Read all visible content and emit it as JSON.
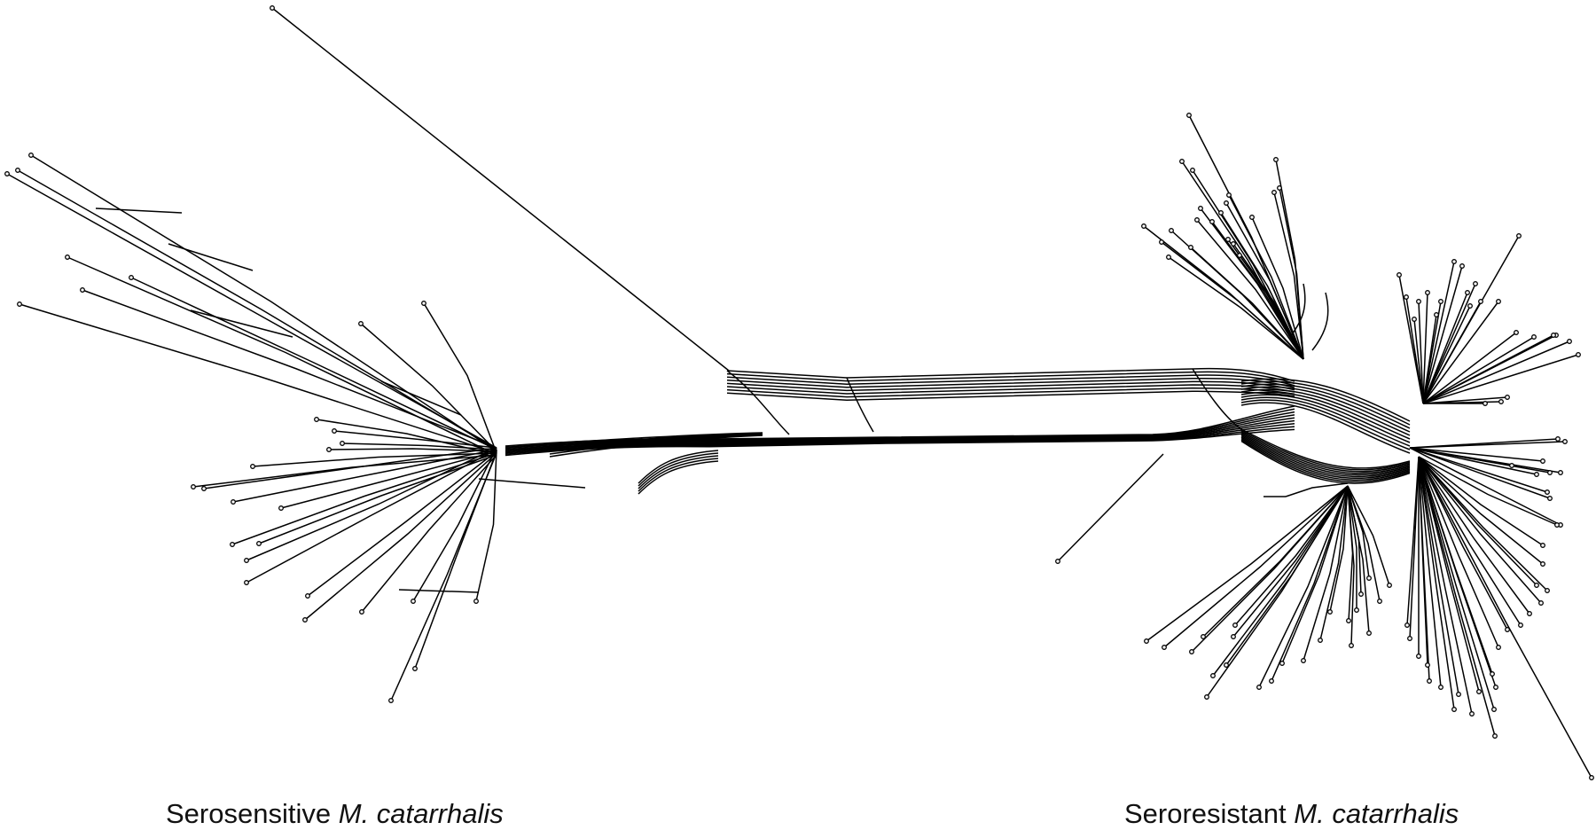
{
  "labels": {
    "left_plain": "Serosensitive ",
    "left_italic": "M. catarrhalis",
    "right_plain": "Seroresistant ",
    "right_italic": "M. catarrhalis"
  },
  "colors": {
    "line": "#000000",
    "background": "#ffffff"
  }
}
